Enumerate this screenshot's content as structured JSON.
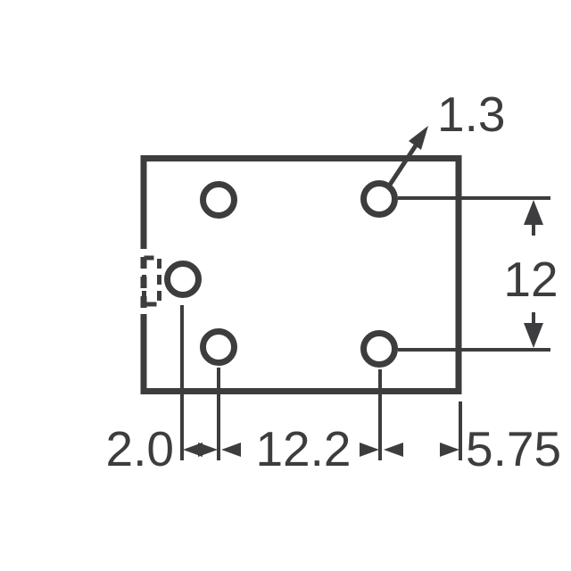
{
  "drawing": {
    "colors": {
      "line": "#3d3d3f",
      "background": "#ffffff"
    },
    "labels": {
      "hole_diameter": "1.3",
      "vertical_pitch": "12",
      "left_pin_offset": "2.0",
      "hole_spacing": "12.2",
      "right_edge_offset": "5.75"
    }
  }
}
